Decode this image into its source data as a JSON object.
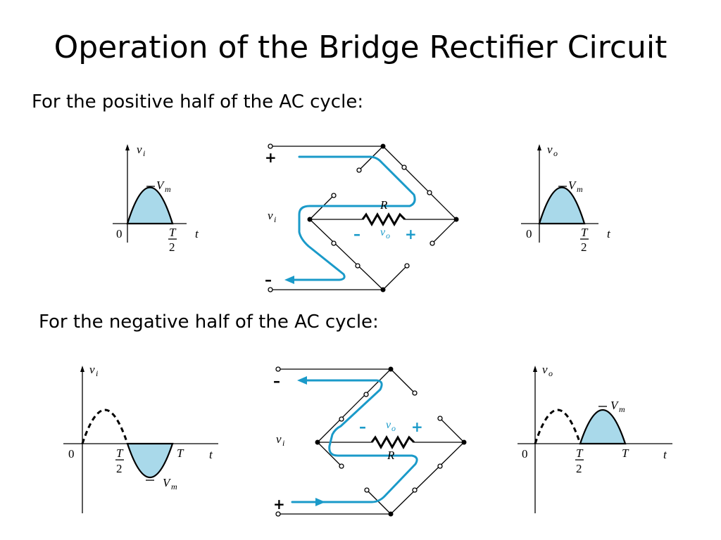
{
  "slide": {
    "title": "Operation of the Bridge Rectifier Circuit",
    "caption_positive": "For the positive half of the AC cycle:",
    "caption_negative": "For the negative half of the AC cycle:"
  },
  "graph_labels": {
    "vi": "v",
    "vi_sub": "i",
    "vo": "v",
    "vo_sub": "o",
    "vm": "V",
    "vm_sub": "m",
    "zero": "0",
    "t": "t",
    "T": "T",
    "two": "2"
  },
  "circuit_labels": {
    "resistor": "R",
    "plus": "+",
    "minus": "–",
    "vo": "v",
    "vo_sub": "o",
    "vi": "v",
    "vi_sub": "i"
  },
  "colors": {
    "current_flow": "#1a9ac9",
    "half_wave_fill": "#a9d9ea"
  }
}
